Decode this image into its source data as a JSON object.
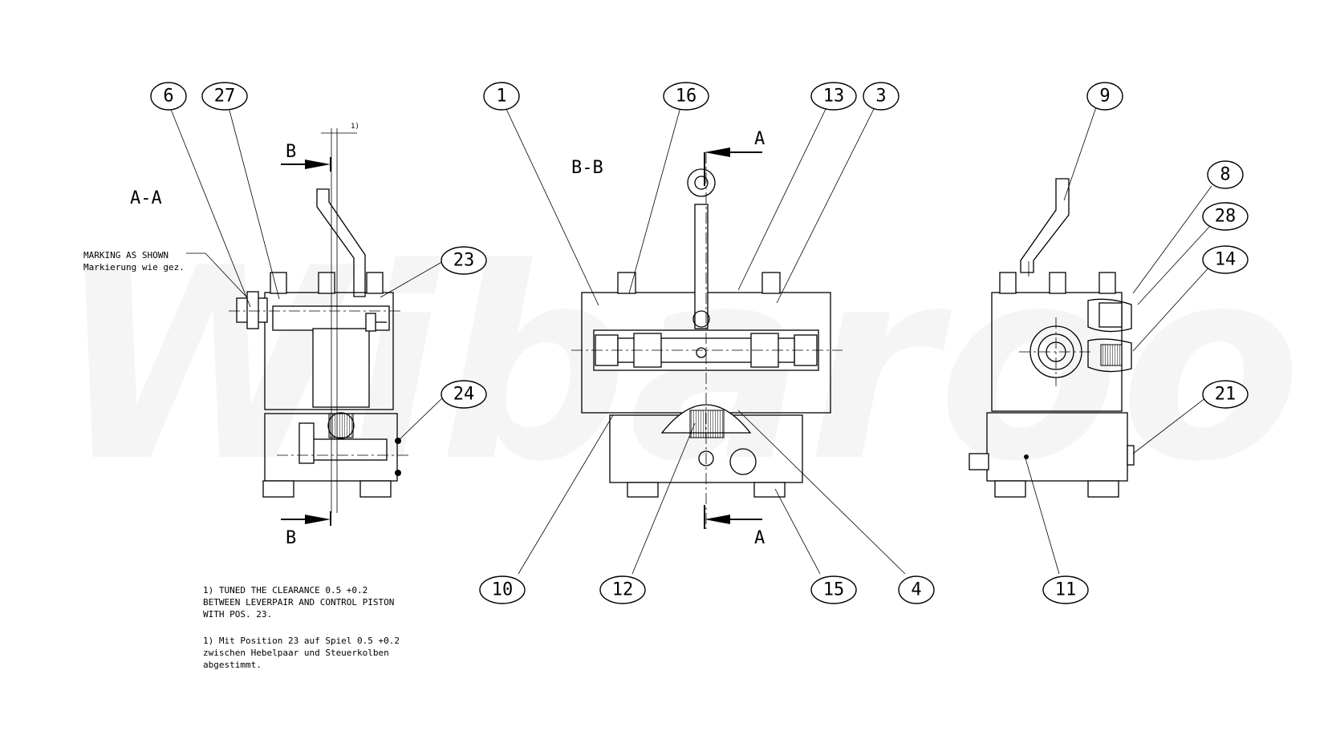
{
  "watermark": "Wibaroo",
  "section_labels": {
    "aa": "A-A",
    "bb": "B-B",
    "b_top": "B",
    "b_bottom": "B",
    "a_top": "A",
    "a_bottom": "A",
    "clearance_ref": "1)"
  },
  "marking_note": {
    "line1": "MARKING AS SHOWN",
    "line2": "Markierung wie gez."
  },
  "footnote_en": {
    "line1": "1) TUNED THE CLEARANCE 0.5 +0.2",
    "line2": "BETWEEN LEVERPAIR AND CONTROL PISTON",
    "line3": "WITH POS. 23."
  },
  "footnote_de": {
    "line1": "1) Mit Position 23 auf Spiel 0.5 +0.2",
    "line2": "zwischen Hebelpaar und Steuerkolben",
    "line3": "abgestimmt."
  },
  "balloons": {
    "b6": "6",
    "b27": "27",
    "b1": "1",
    "b16": "16",
    "b13": "13",
    "b3": "3",
    "b9": "9",
    "b8": "8",
    "b28": "28",
    "b14": "14",
    "b23": "23",
    "b24": "24",
    "b21": "21",
    "b10": "10",
    "b12": "12",
    "b15": "15",
    "b4": "4",
    "b11": "11"
  }
}
